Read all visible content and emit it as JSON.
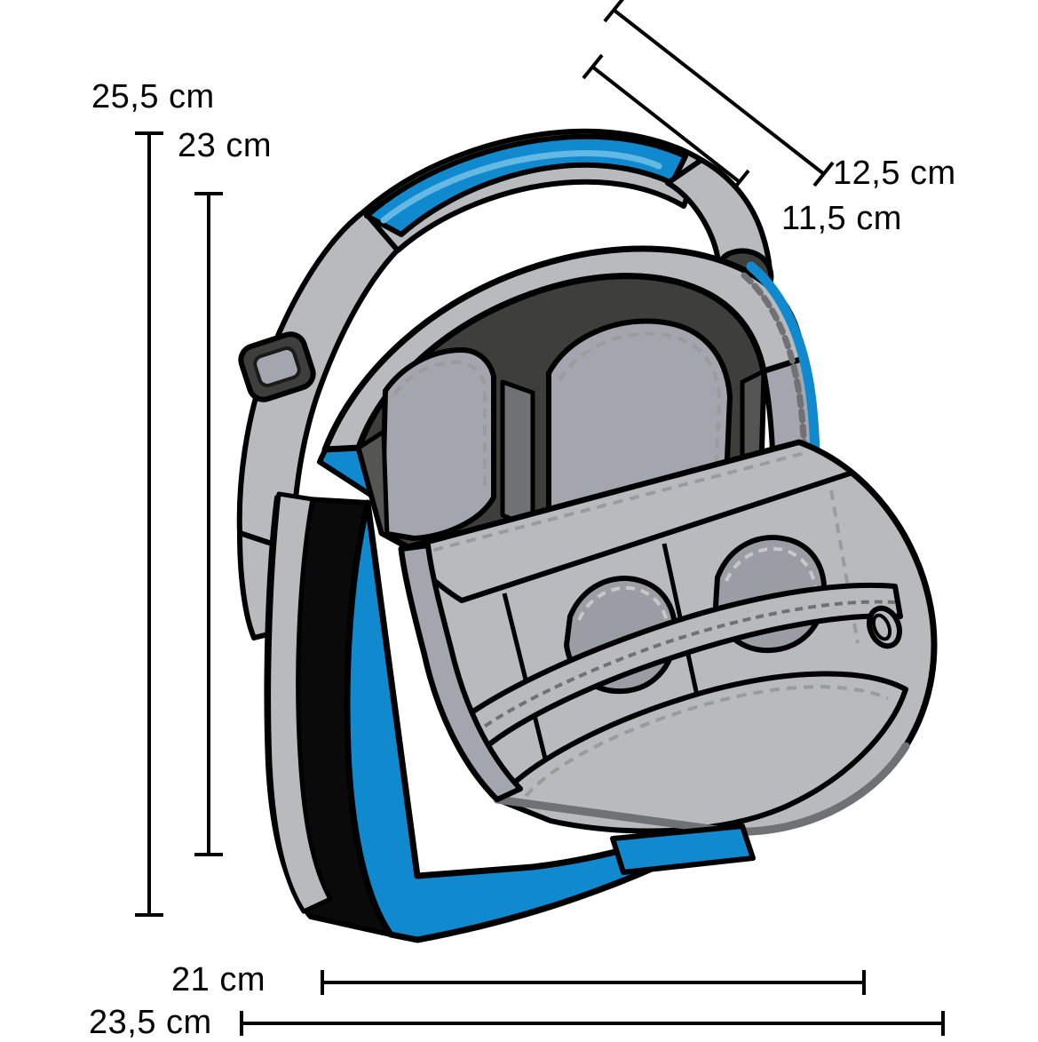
{
  "figure": {
    "type": "technical-illustration",
    "subject": "camera-shoulder-bag",
    "description": "Dimensioned line drawing of an open camera shoulder bag with blue and grey panels",
    "background_color": "#FFFFFF"
  },
  "dimensions": {
    "height_outer": {
      "label": "25,5 cm",
      "value": 25.5,
      "unit": "cm",
      "axis": "vertical",
      "placement": "left-outer"
    },
    "height_inner": {
      "label": "23 cm",
      "value": 23,
      "unit": "cm",
      "axis": "vertical",
      "placement": "left-inner"
    },
    "depth_outer": {
      "label": "12,5 cm",
      "value": 12.5,
      "unit": "cm",
      "axis": "diagonal",
      "placement": "top-right-outer"
    },
    "depth_inner": {
      "label": "11,5 cm",
      "value": 11.5,
      "unit": "cm",
      "axis": "diagonal",
      "placement": "top-right-inner"
    },
    "width_inner": {
      "label": "21 cm",
      "value": 21,
      "unit": "cm",
      "axis": "horizontal",
      "placement": "bottom-inner"
    },
    "width_outer": {
      "label": "23,5 cm",
      "value": 23.5,
      "unit": "cm",
      "axis": "horizontal",
      "placement": "bottom-outer"
    }
  },
  "colors": {
    "blue": "#1189CE",
    "blue_dark": "#0F79B4",
    "grey_light": "#B8BABE",
    "grey_mid": "#A3A6AE",
    "grey_pad": "#9A9DA4",
    "grey_dark": "#6F7174",
    "interior_dark": "#3E3E3D",
    "interior_mid": "#555554",
    "black": "#0A0A0A",
    "outline": "#000000",
    "stitch": "#9B9B9B",
    "dimension_line": "#000000"
  },
  "illustration_parts": [
    {
      "name": "shoulder-strap",
      "color": "#B8BABE"
    },
    {
      "name": "strap-shoulder-pad",
      "color": "#1189CE"
    },
    {
      "name": "strap-slider-buckle",
      "color": "#3E3E3D"
    },
    {
      "name": "bag-body-front-panel",
      "color": "#1189CE"
    },
    {
      "name": "bag-body-side-panel",
      "color": "#0A0A0A"
    },
    {
      "name": "bag-body-side-grey",
      "color": "#B8BABE"
    },
    {
      "name": "bag-interior-lining",
      "color": "#3E3E3D"
    },
    {
      "name": "interior-divider-pad",
      "color": "#A3A6AE"
    },
    {
      "name": "front-flap-open",
      "color": "#B8BABE"
    },
    {
      "name": "flap-pocket",
      "color": "#9A9DA4"
    },
    {
      "name": "zipper-pull",
      "color": "#B8BABE"
    },
    {
      "name": "edge-piping-blue",
      "color": "#1189CE"
    }
  ]
}
